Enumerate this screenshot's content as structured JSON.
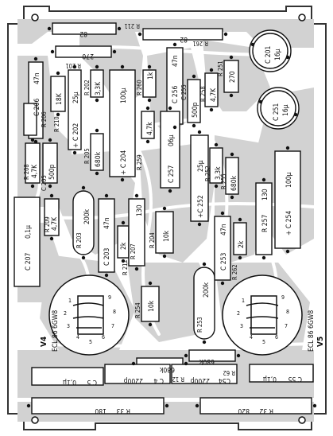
{
  "parts": {
    "C206": {
      "ref": "C 206",
      "value": "47n"
    },
    "C202": {
      "ref": "+ C 202",
      "value": "25µ"
    },
    "C204": {
      "ref": "+ C 204",
      "value": "100µ"
    },
    "C256": {
      "ref": "C 256",
      "value": "47n"
    },
    "C255": {
      "ref": "C 255",
      "value": "500p"
    },
    "C201": {
      "ref": "C 201",
      "value": "16µ"
    },
    "C251": {
      "ref": "C 251",
      "value": "16µ"
    },
    "C205": {
      "ref": "C 205",
      "value": "500p"
    },
    "C257": {
      "ref": "C 257",
      "value": "06µ"
    },
    "C252": {
      "ref": "+C 252",
      "value": "25µ"
    },
    "C254": {
      "ref": "+ C 254",
      "value": "100µ"
    },
    "C207": {
      "ref": "C 207",
      "value": "0,1µ"
    },
    "C203": {
      "ref": "C 203",
      "value": "47n"
    },
    "C253": {
      "ref": "C 253",
      "value": "47n"
    },
    "C5": {
      "ref": "C 5",
      "value": "0,1µ"
    },
    "C4": {
      "ref": "C 4",
      "value": "2200p"
    },
    "C54": {
      "ref": "C54",
      "value": "2200p"
    },
    "C55": {
      "ref": "C 55",
      "value": "0,1µ"
    },
    "R211": {
      "ref": "R 211",
      "value": "82"
    },
    "R261": {
      "ref": "R 261",
      "value": "82"
    },
    "R201": {
      "ref": "R 201",
      "value": "270"
    },
    "R210": {
      "ref": "R 210",
      "value": "18K"
    },
    "R202": {
      "ref": "R 202",
      "value": "3,3K"
    },
    "R260": {
      "ref": "R 260",
      "value": "1k"
    },
    "R258": {
      "ref": "R 258",
      "value": "4,7K"
    },
    "R251": {
      "ref": "R 251",
      "value": "270"
    },
    "R206": {
      "ref": "R 206",
      "value": "4,7K"
    },
    "R208": {
      "ref": "R 208",
      "value": "4,7K"
    },
    "R205": {
      "ref": "R 205",
      "value": "680k"
    },
    "R259": {
      "ref": "R 259",
      "value": "4,7k"
    },
    "R252": {
      "ref": "R 252",
      "value": "3,3k"
    },
    "R255": {
      "ref": "R 255",
      "value": "680k"
    },
    "R209": {
      "ref": "R 209",
      "value": "4,7K"
    },
    "R203": {
      "ref": "R 203",
      "value": "200k"
    },
    "R207": {
      "ref": "R 207",
      "value": "130"
    },
    "R204": {
      "ref": "R 204",
      "value": "10k"
    },
    "R257": {
      "ref": "R 257",
      "value": "130"
    },
    "R212": {
      "ref": "R 212",
      "value": "2k"
    },
    "R262": {
      "ref": "R 262",
      "value": "2k"
    },
    "R254": {
      "ref": "R 254",
      "value": "10k"
    },
    "R253": {
      "ref": "R 253",
      "value": "200k"
    },
    "R12": {
      "ref": "R 12",
      "value": "680k"
    },
    "R62": {
      "ref": "R 62",
      "value": "680k"
    },
    "R33": {
      "ref": "R 33",
      "value": "180"
    },
    "R32": {
      "ref": "R 32",
      "value": "820"
    }
  },
  "tubes": {
    "V4": {
      "ref": "V4",
      "type": "ECL 86 6GW8"
    },
    "V5": {
      "ref": "V5",
      "type": "ECL 86 6GW8"
    }
  },
  "pin_numbers": [
    "1",
    "2",
    "3",
    "4",
    "5",
    "6",
    "7",
    "8",
    "9"
  ],
  "colors": {
    "copper": "#d2d2d2",
    "outline": "#111111",
    "paper": "#ffffff",
    "board_border": "#333333"
  }
}
